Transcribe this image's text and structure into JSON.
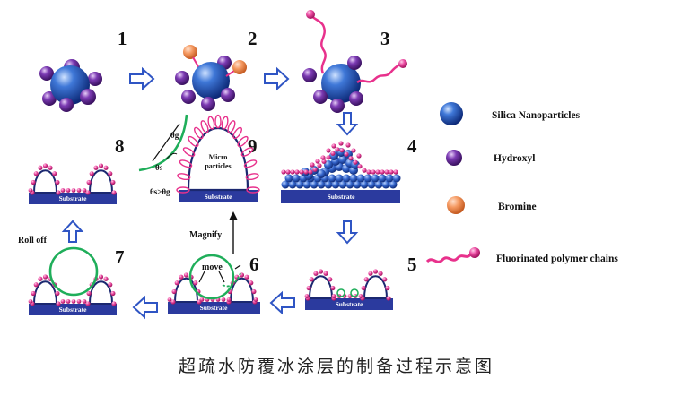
{
  "caption": "超疏水防覆冰涂层的制备过程示意图",
  "steps": [
    "1",
    "2",
    "3",
    "4",
    "5",
    "6",
    "7",
    "8",
    "9"
  ],
  "legend": {
    "silica": "Silica Nanoparticles",
    "hydroxyl": "Hydroxyl",
    "bromine": "Bromine",
    "polymer": "Fluorinated polymer chains"
  },
  "labels": {
    "substrate": "Substrate",
    "micro1": "Micro",
    "micro2": "particles",
    "theta_g": "θg",
    "theta_s": "θs",
    "theta_cmp": "θs>θg",
    "magnify": "Magnify",
    "move": "move",
    "roll_off": "Roll off"
  },
  "colors": {
    "substrate": "#2b3a9e",
    "silica": "#2456b8",
    "hydroxyl": "#6a2b9c",
    "bromine": "#f08a52",
    "polymer": "#e8318c",
    "droplet": "#1fae5a",
    "arrow": "#2f55c4"
  }
}
